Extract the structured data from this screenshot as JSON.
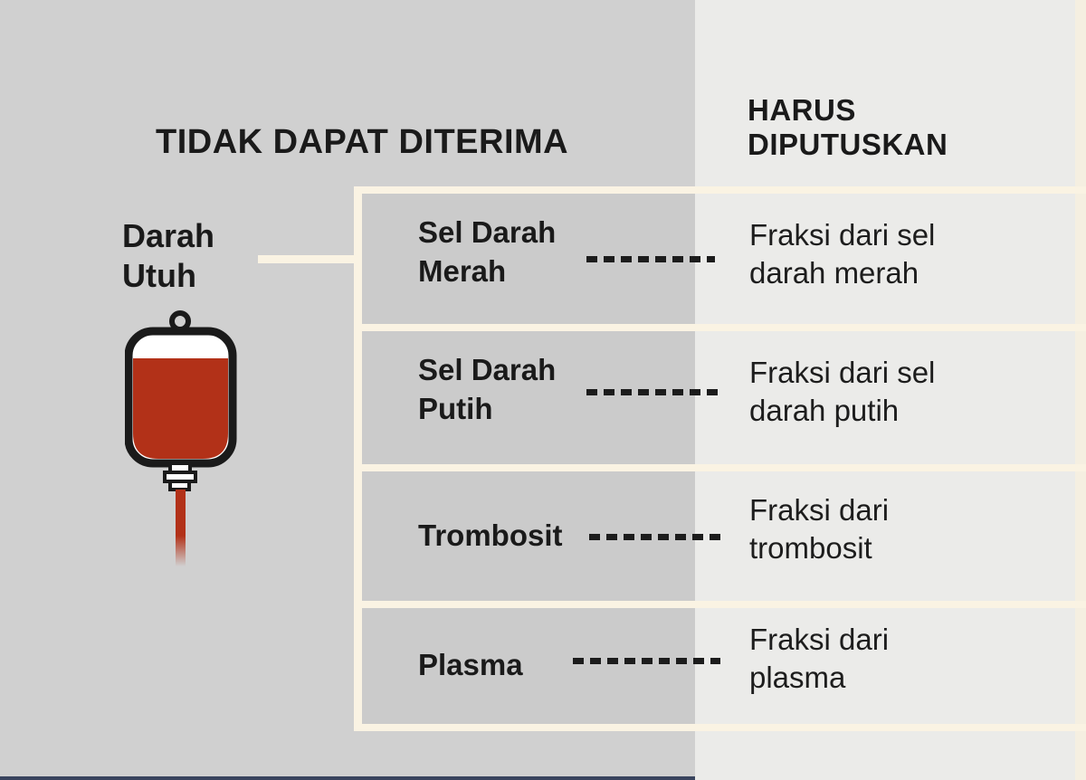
{
  "headers": {
    "left": "TIDAK DAPAT DITERIMA",
    "right_line1": "HARUS",
    "right_line2": "DIPUTUSKAN"
  },
  "source": {
    "label_line1": "Darah",
    "label_line2": "Utuh",
    "icon": "blood-bag-icon"
  },
  "rows": [
    {
      "component_line1": "Sel Darah",
      "component_line2": "Merah",
      "fraction_line1": "Fraksi dari sel",
      "fraction_line2": "darah merah"
    },
    {
      "component_line1": "Sel Darah",
      "component_line2": "Putih",
      "fraction_line1": "Fraksi dari sel",
      "fraction_line2": "darah putih"
    },
    {
      "component_line1": "Trombosit",
      "component_line2": "",
      "fraction_line1": "Fraksi dari",
      "fraction_line2": "trombosit"
    },
    {
      "component_line1": "Plasma",
      "component_line2": "",
      "fraction_line1": "Fraksi dari",
      "fraction_line2": "plasma"
    }
  ],
  "colors": {
    "panel_left": "#d0d0d0",
    "panel_right": "#ebebe9",
    "row_box": "#cbcbcb",
    "line_cream": "#faf3e3",
    "edge_strip": "#f5efe1",
    "text": "#1a1a1a",
    "blood_red": "#b23118",
    "bottom_bar": "#39445e"
  }
}
